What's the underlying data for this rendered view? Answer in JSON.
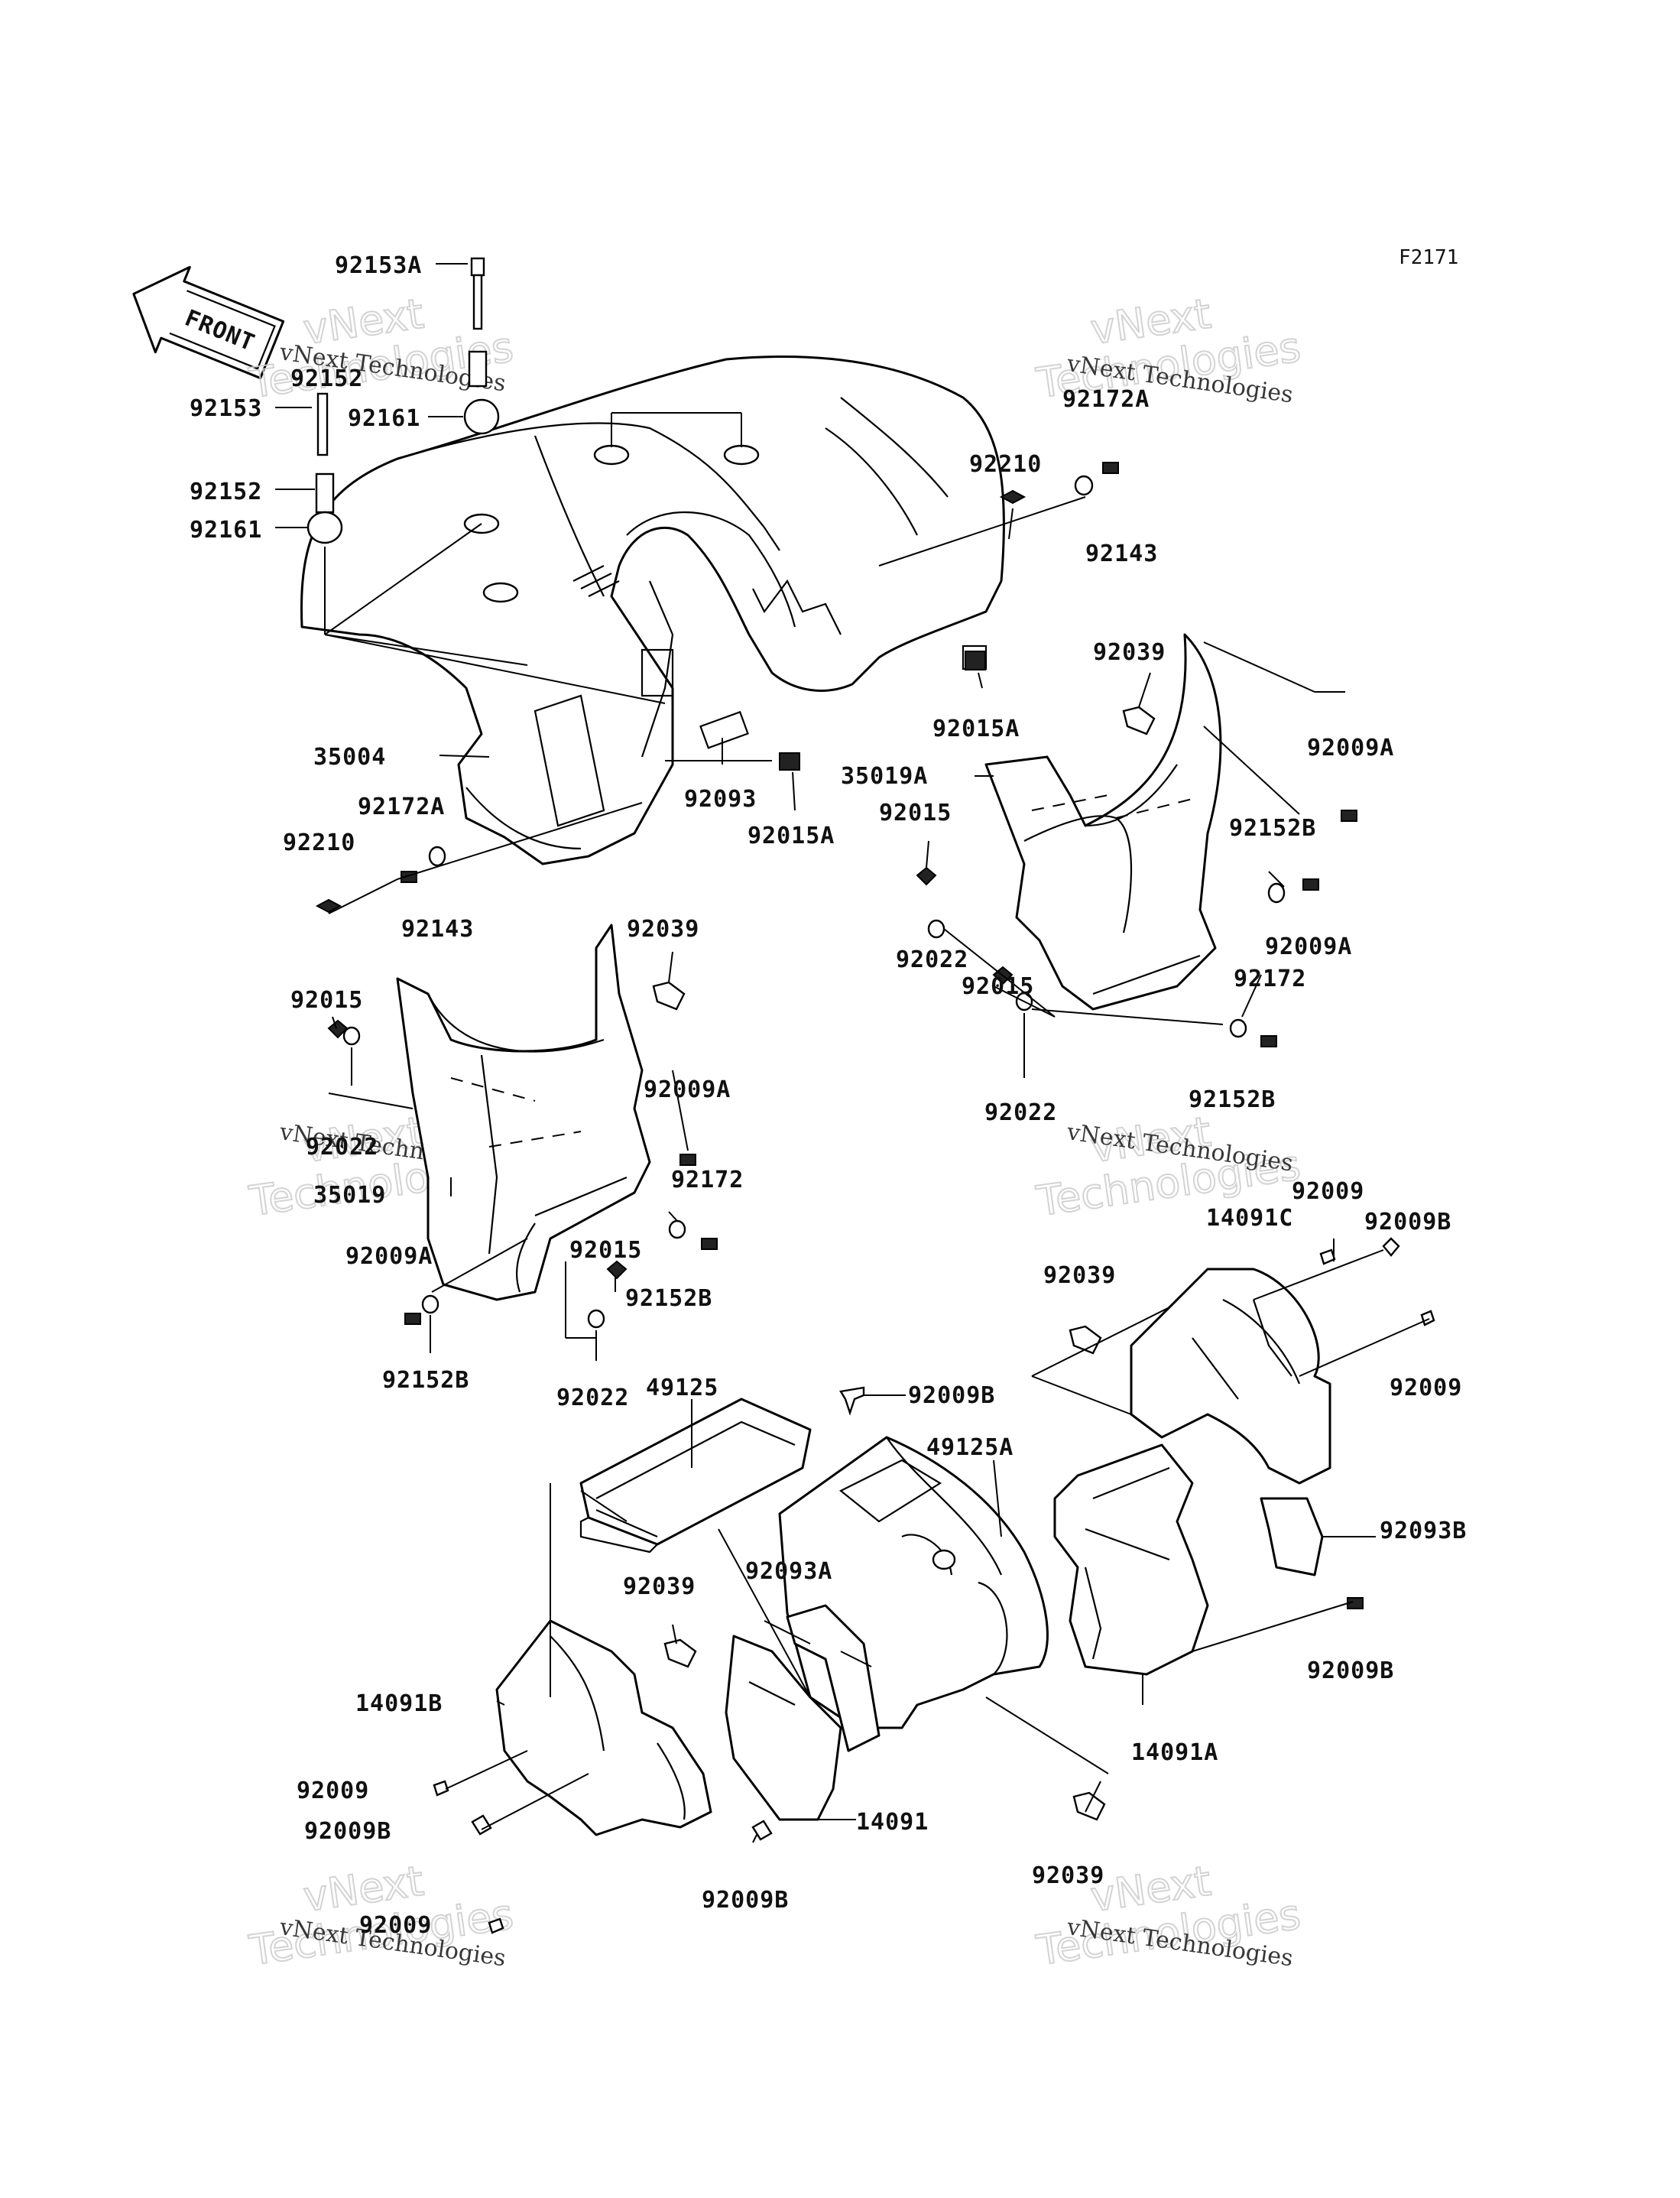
{
  "diagram_code": "F2171",
  "front_label": "FRONT",
  "watermark": {
    "line1": "vNext Technologies",
    "line2_a": "vNext",
    "line2_b": "Technologies"
  },
  "labels": {
    "p92153A": "92153A",
    "p92153": "92153",
    "p92152_top": "92152",
    "p92161_top": "92161",
    "p92152": "92152",
    "p92161": "92161",
    "p35004": "35004",
    "p92172A_l": "92172A",
    "p92210_l": "92210",
    "p92143_l": "92143",
    "p92093": "92093",
    "p92015A_l": "92015A",
    "p92210_r": "92210",
    "p92172A_r": "92172A",
    "p92143_r": "92143",
    "p92015A_r": "92015A",
    "p92039_r": "92039",
    "p35019A": "35019A",
    "p92009A_r1": "92009A",
    "p92015_r1": "92015",
    "p92152B_r1": "92152B",
    "p92009A_r2": "92009A",
    "p92022_r1": "92022",
    "p92015_r2": "92015",
    "p92172_r": "92172",
    "p92022_r2": "92022",
    "p92152B_r2": "92152B",
    "p92039_l": "92039",
    "p92015_l1": "92015",
    "p92009A_l1": "92009A",
    "p92022_l1": "92022",
    "p35019": "35019",
    "p92172_l": "92172",
    "p92015_l2": "92015",
    "p92009A_l2": "92009A",
    "p92152B_l1": "92152B",
    "p92152B_l2": "92152B",
    "p92022_l2": "92022",
    "p49125": "49125",
    "p92009B_top": "92009B",
    "p49125A": "49125A",
    "p92009_c1": "92009",
    "p14091C": "14091C",
    "p92009B_c": "92009B",
    "p92039_c": "92039",
    "p92009_c2": "92009",
    "p92093B": "92093B",
    "p92009B_c2": "92009B",
    "p92093A": "92093A",
    "p92039_b": "92039",
    "p14091B": "14091B",
    "p92009_b1": "92009",
    "p92009B_b": "92009B",
    "p14091": "14091",
    "p92009B_b2": "92009B",
    "p14091A": "14091A",
    "p92039_b2": "92039",
    "p92009_b2": "92009"
  }
}
